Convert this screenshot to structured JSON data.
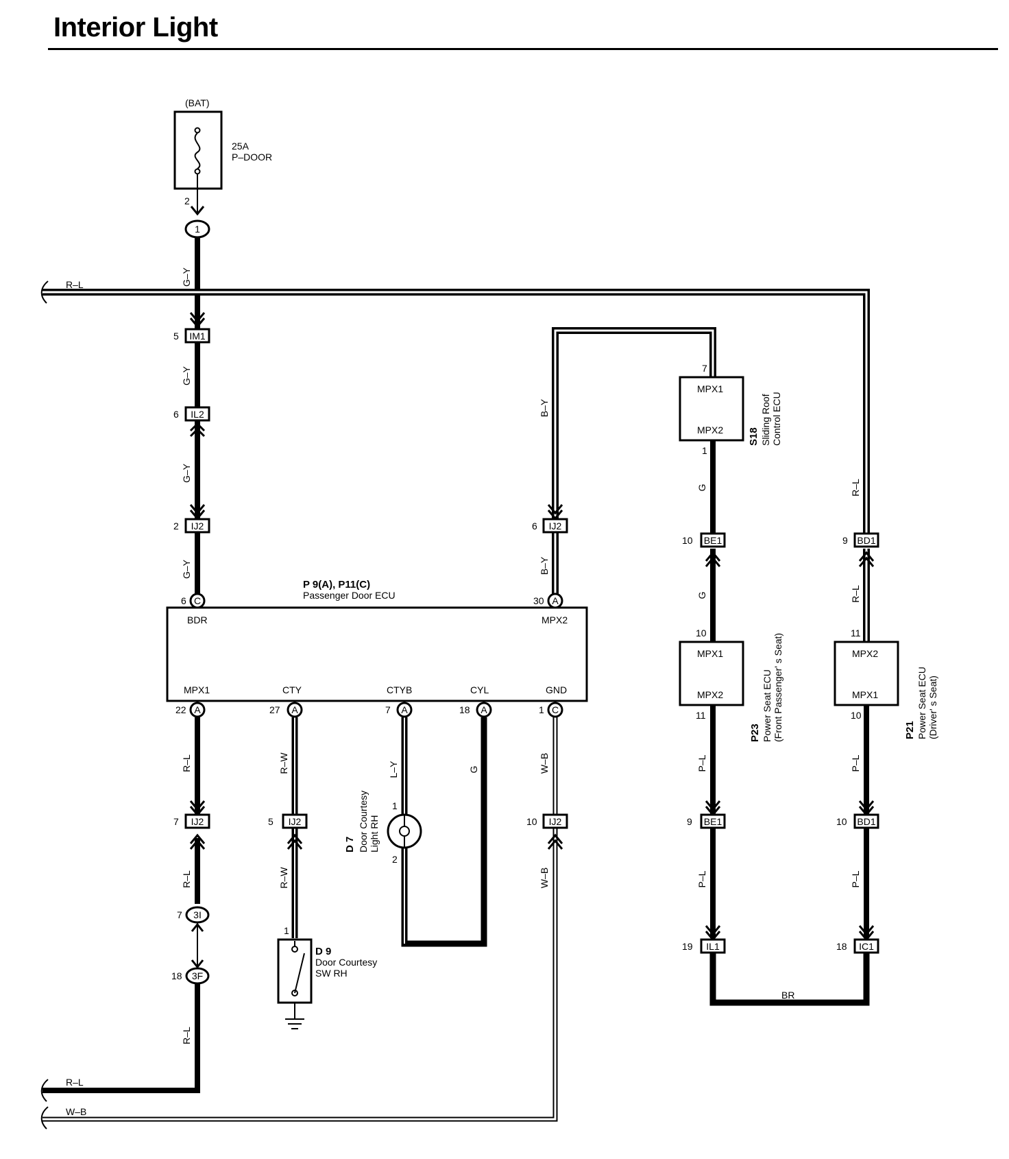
{
  "title": "Interior Light",
  "fuse": {
    "source": "(BAT)",
    "rating": "25A",
    "name": "P–DOOR",
    "pin": "2"
  },
  "junctions": {
    "j1": {
      "id": "1"
    },
    "j3I": {
      "id": "3I",
      "pin": "7"
    },
    "j3F": {
      "id": "3F",
      "pin": "18"
    }
  },
  "connectors": {
    "im1": {
      "id": "IM1",
      "pin": "5"
    },
    "il2": {
      "id": "IL2",
      "pin": "6"
    },
    "ij2_top_left": {
      "id": "IJ2",
      "pin": "2"
    },
    "ij2_top_right": {
      "id": "IJ2",
      "pin": "6"
    },
    "ij2_low_1": {
      "id": "IJ2",
      "pin": "7"
    },
    "ij2_low_2": {
      "id": "IJ2",
      "pin": "5"
    },
    "ij2_low_3": {
      "id": "IJ2",
      "pin": "10"
    },
    "be1_top": {
      "id": "BE1",
      "pin": "10"
    },
    "bd1_top": {
      "id": "BD1",
      "pin": "9"
    },
    "be1_low": {
      "id": "BE1",
      "pin": "9"
    },
    "bd1_low": {
      "id": "BD1",
      "pin": "10"
    },
    "il1": {
      "id": "IL1",
      "pin": "19"
    },
    "ic1": {
      "id": "IC1",
      "pin": "18"
    }
  },
  "ecu_main": {
    "code": "P 9(A), P11(C)",
    "name": "Passenger Door ECU",
    "top_terminals": [
      {
        "label": "BDR",
        "pin": "6",
        "letter": "C"
      },
      {
        "label": "MPX2",
        "pin": "30",
        "letter": "A"
      }
    ],
    "bottom_terminals": [
      {
        "label": "MPX1",
        "pin": "22",
        "letter": "A"
      },
      {
        "label": "CTY",
        "pin": "27",
        "letter": "A"
      },
      {
        "label": "CTYB",
        "pin": "7",
        "letter": "A"
      },
      {
        "label": "CYL",
        "pin": "18",
        "letter": "A"
      },
      {
        "label": "GND",
        "pin": "1",
        "letter": "C"
      }
    ]
  },
  "s18": {
    "code": "S18",
    "name_line1": "Sliding Roof",
    "name_line2": "Control ECU",
    "t1": "MPX1",
    "t2": "MPX2",
    "pin_top": "7",
    "pin_bottom": "1"
  },
  "p23": {
    "code": "P23",
    "name_line1": "Power Seat ECU",
    "name_line2": "(Front Passenger' s Seat)",
    "t1": "MPX1",
    "t2": "MPX2",
    "pin_top": "10",
    "pin_bottom": "11"
  },
  "p21": {
    "code": "P21",
    "name_line1": "Power Seat ECU",
    "name_line2": "(Driver' s Seat)",
    "t1": "MPX2",
    "t2": "MPX1",
    "pin_top": "11",
    "pin_bottom": "10"
  },
  "d7": {
    "code": "D 7",
    "name_line1": "Door Courtesy",
    "name_line2": "Light RH",
    "pin1": "1",
    "pin2": "2"
  },
  "d9": {
    "code": "D 9",
    "name_line1": "Door Courtesy",
    "name_line2": "SW RH",
    "pin1": "1"
  },
  "wire_colors": {
    "gy": "G–Y",
    "rl": "R–L",
    "by": "B–Y",
    "g": "G",
    "rw": "R–W",
    "ly": "L–Y",
    "wb": "W–B",
    "pl": "P–L",
    "br": "BR"
  }
}
